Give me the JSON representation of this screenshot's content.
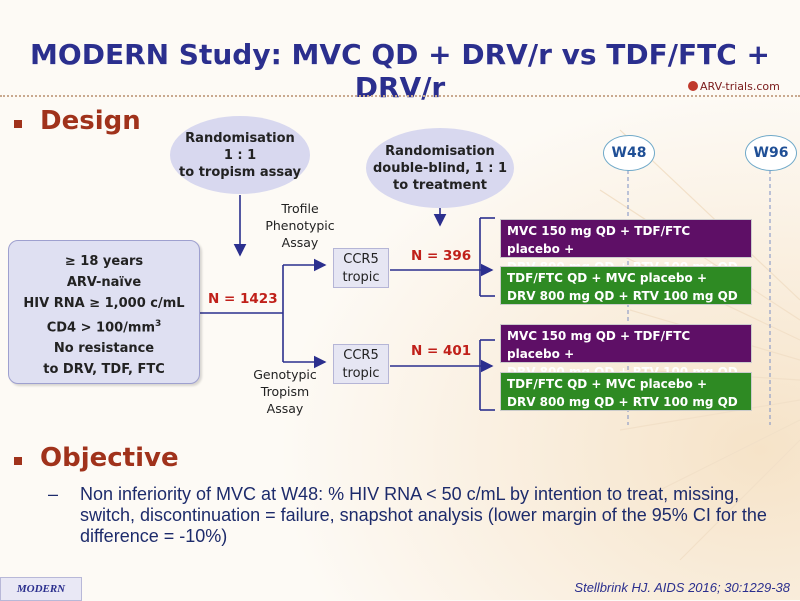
{
  "title": "MODERN Study: MVC QD + DRV/r vs TDF/FTC + DRV/r",
  "logo_text": "ARV-trials.com",
  "sections": {
    "design": "Design",
    "objective": "Objective"
  },
  "population": {
    "line1": "≥ 18 years",
    "line2": "ARV-naïve",
    "line3": "HIV RNA ≥ 1,000 c/mL",
    "line4": "CD4 > 100/mm",
    "line4_sup": "3",
    "line5": "No resistance",
    "line6": "to DRV, TDF, FTC"
  },
  "randomisation1": {
    "line1": "Randomisation",
    "line2": "1 : 1",
    "line3": "to tropism assay"
  },
  "randomisation2": {
    "line1": "Randomisation",
    "line2": "double-blind, 1 : 1",
    "line3": "to treatment"
  },
  "assays": {
    "trofile": {
      "line1": "Trofile",
      "line2": "Phenotypic",
      "line3": "Assay"
    },
    "genotypic": {
      "line1": "Genotypic",
      "line2": "Tropism",
      "line3": "Assay"
    }
  },
  "ccr5": {
    "line1": "CCR5",
    "line2": "tropic"
  },
  "n_total": "N = 1423",
  "n_arm1": "N = 396",
  "n_arm2": "N = 401",
  "arms": [
    {
      "line1": "MVC 150 mg QD +  TDF/FTC placebo +",
      "line2": "DRV 800 mg QD + RTV 100 mg QD",
      "color": "#5e0f66"
    },
    {
      "line1": "TDF/FTC QD + MVC placebo +",
      "line2": "DRV 800 mg QD + RTV 100 mg QD",
      "color": "#2e8a23"
    },
    {
      "line1": "MVC 150 mg QD +  TDF/FTC placebo +",
      "line2": "DRV 800 mg QD + RTV 100 mg QD",
      "color": "#5e0f66"
    },
    {
      "line1": "TDF/FTC QD + MVC placebo +",
      "line2": "DRV 800 mg QD + RTV 100 mg QD",
      "color": "#2e8a23"
    }
  ],
  "weeks": {
    "w48": "W48",
    "w96": "W96"
  },
  "objective": {
    "dash": "–",
    "text": "Non inferiority of MVC at W48: % HIV RNA < 50 c/mL by intention to treat, missing, switch, discontinuation = failure, snapshot analysis (lower margin of the 95% CI for the difference = -10%)"
  },
  "footer_tag": "MODERN",
  "citation": "Stellbrink HJ. AIDS 2016; 30:1229-38"
}
